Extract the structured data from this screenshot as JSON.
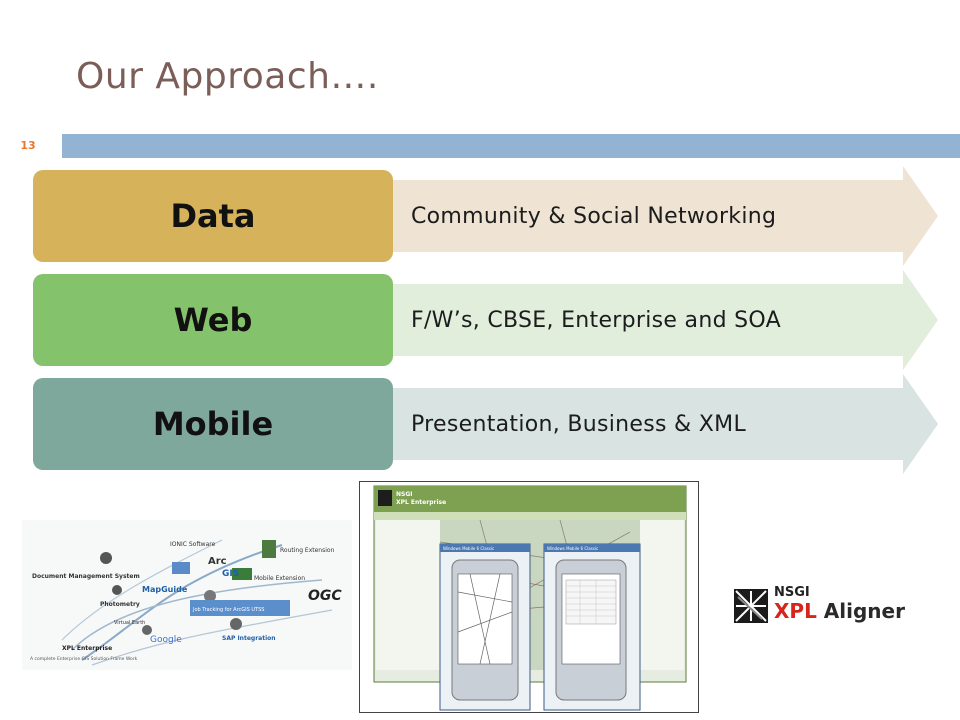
{
  "title": "Our Approach….",
  "slide_number": "13",
  "rows": [
    {
      "label": "Data",
      "description": "Community & Social Networking",
      "box_color": "#d6b35b",
      "arrow_color": "#efe3d4"
    },
    {
      "label": "Web",
      "description": "F/W’s, CBSE, Enterprise and SOA",
      "box_color": "#85c26c",
      "arrow_color": "#e1eedc"
    },
    {
      "label": "Mobile",
      "description": "Presentation, Business & XML",
      "box_color": "#7fa89d",
      "arrow_color": "#d9e3e2"
    }
  ],
  "diagram_left": {
    "labels": {
      "ionic": "IONIC Software",
      "arc": "Arc",
      "gis": "GIS",
      "document": "Document Management System",
      "mapguide": "MapGuide",
      "photometry": "Photometry",
      "routing": "Routing Extension",
      "mobile": "Mobile Extension",
      "ogc": "OGC",
      "job": "Job Tracking for ArcGIS UTSS",
      "virtual_earth": "Virtual Earth",
      "google": "Google",
      "sap": "SAP Integration",
      "xpl": "XPL Enterprise",
      "caption": "A complete Enterprise GIS Solution Frame Work"
    }
  },
  "screenshot_center": {
    "brand_top": "NSGI",
    "brand_name": "XPL Enterprise",
    "window_left_title": "Windows Mobile 6 Classic",
    "window_right_title": "Windows Mobile 6 Classic"
  },
  "logo": {
    "top": "NSGI",
    "name_part1": "XPL",
    "name_part2": "Aligner",
    "accent": "#d7241d"
  }
}
